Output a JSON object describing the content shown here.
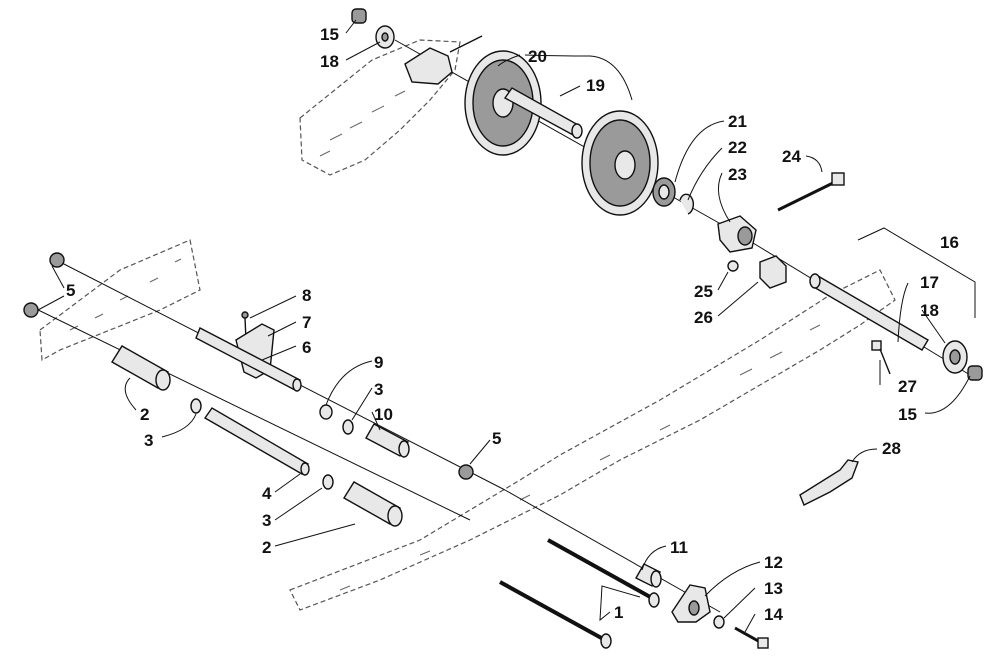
{
  "diagram": {
    "callouts": [
      {
        "id": "c15a",
        "label": "15"
      },
      {
        "id": "c18a",
        "label": "18"
      },
      {
        "id": "c20",
        "label": "20"
      },
      {
        "id": "c19",
        "label": "19"
      },
      {
        "id": "c21",
        "label": "21"
      },
      {
        "id": "c22",
        "label": "22"
      },
      {
        "id": "c23",
        "label": "23"
      },
      {
        "id": "c24",
        "label": "24"
      },
      {
        "id": "c16",
        "label": "16"
      },
      {
        "id": "c17",
        "label": "17"
      },
      {
        "id": "c18b",
        "label": "18"
      },
      {
        "id": "c25",
        "label": "25"
      },
      {
        "id": "c26",
        "label": "26"
      },
      {
        "id": "c27",
        "label": "27"
      },
      {
        "id": "c15b",
        "label": "15"
      },
      {
        "id": "c28",
        "label": "28"
      },
      {
        "id": "c5a",
        "label": "5"
      },
      {
        "id": "c8",
        "label": "8"
      },
      {
        "id": "c7",
        "label": "7"
      },
      {
        "id": "c6",
        "label": "6"
      },
      {
        "id": "c9",
        "label": "9"
      },
      {
        "id": "c3a",
        "label": "3"
      },
      {
        "id": "c10",
        "label": "10"
      },
      {
        "id": "c2a",
        "label": "2"
      },
      {
        "id": "c3b",
        "label": "3"
      },
      {
        "id": "c5b",
        "label": "5"
      },
      {
        "id": "c4",
        "label": "4"
      },
      {
        "id": "c3c",
        "label": "3"
      },
      {
        "id": "c2b",
        "label": "2"
      },
      {
        "id": "c11",
        "label": "11"
      },
      {
        "id": "c12",
        "label": "12"
      },
      {
        "id": "c13",
        "label": "13"
      },
      {
        "id": "c14",
        "label": "14"
      },
      {
        "id": "c1",
        "label": "1"
      }
    ]
  }
}
